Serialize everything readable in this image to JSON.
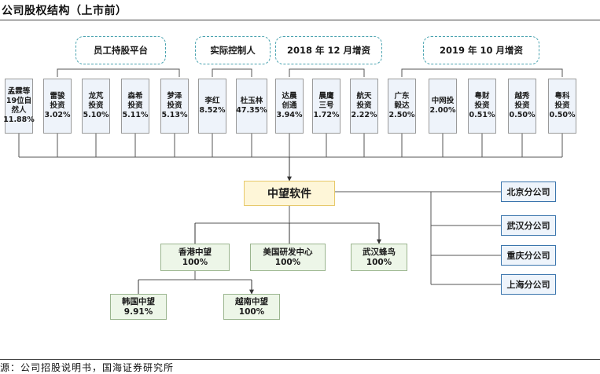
{
  "title": "公司股权结构（上市前）",
  "footer": "源：公司招股说明书，国海证券研究所",
  "groups": [
    {
      "id": "g-employee",
      "label": "员工持股平台"
    },
    {
      "id": "g-controller",
      "label": "实际控制人"
    },
    {
      "id": "g-2018",
      "label": "2018 年 12 月增资"
    },
    {
      "id": "g-2019",
      "label": "2019 年 10 月增资"
    }
  ],
  "shareholders": [
    {
      "name": "孟霖等\n19位自\n然人",
      "pct": "11.88%"
    },
    {
      "name": "雷骏\n投资",
      "pct": "3.02%"
    },
    {
      "name": "龙芃\n投资",
      "pct": "5.10%"
    },
    {
      "name": "森希\n投资",
      "pct": "5.11%"
    },
    {
      "name": "梦泽\n投资",
      "pct": "5.13%"
    },
    {
      "name": "李红",
      "pct": "8.52%"
    },
    {
      "name": "杜玉林",
      "pct": "47.35%"
    },
    {
      "name": "达晨\n创通",
      "pct": "3.94%"
    },
    {
      "name": "晨鹰\n三号",
      "pct": "1.72%"
    },
    {
      "name": "航天\n投资",
      "pct": "2.22%"
    },
    {
      "name": "广东\n毅达",
      "pct": "2.50%"
    },
    {
      "name": "中网投",
      "pct": "2.00%"
    },
    {
      "name": "粤财\n投资",
      "pct": "0.51%"
    },
    {
      "name": "越秀\n投资",
      "pct": "0.50%"
    },
    {
      "name": "粤科\n投资",
      "pct": "0.50%"
    }
  ],
  "company": "中望软件",
  "branches": [
    "北京分公司",
    "武汉分公司",
    "重庆分公司",
    "上海分公司"
  ],
  "subsidiaries": [
    {
      "name": "香港中望",
      "pct": "100%"
    },
    {
      "name": "美国研发中心",
      "pct": "100%"
    },
    {
      "name": "武汉蜂鸟",
      "pct": "100%"
    },
    {
      "name": "韩国中望",
      "pct": "9.91%"
    },
    {
      "name": "越南中望",
      "pct": "100%"
    }
  ]
}
